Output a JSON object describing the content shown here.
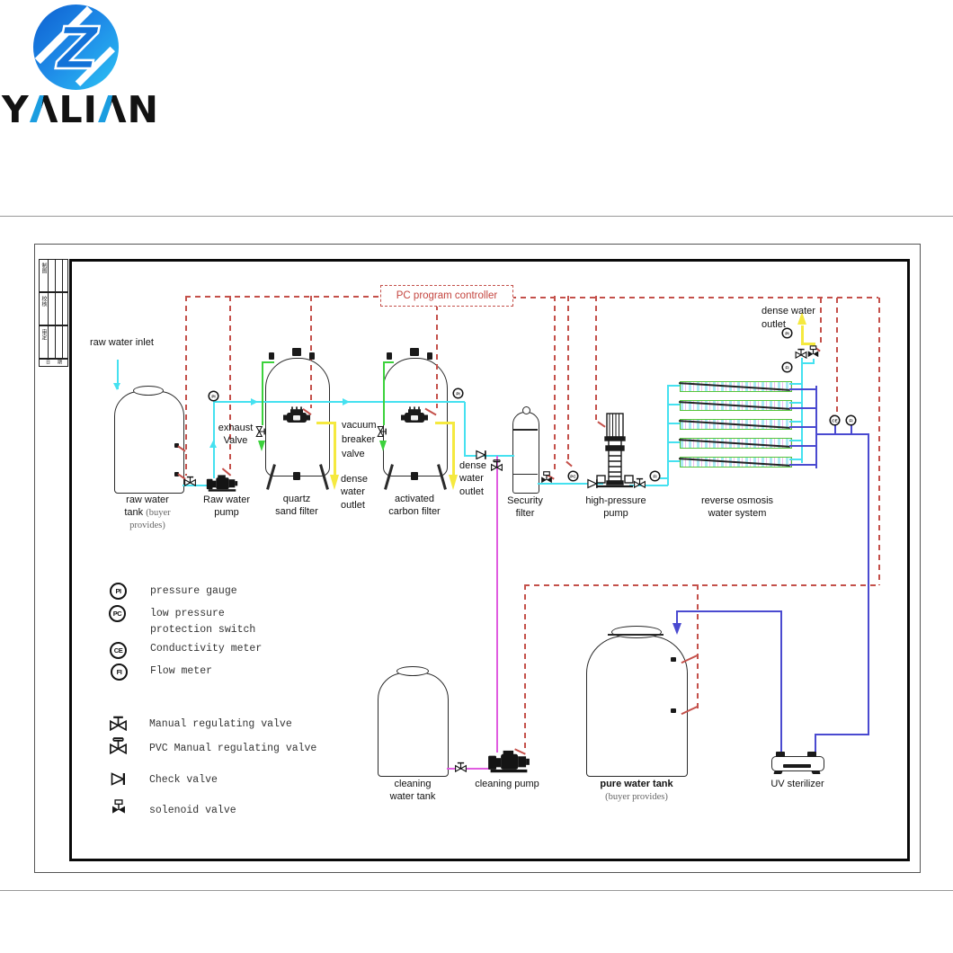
{
  "brand": {
    "name": "YALIAN"
  },
  "controller": {
    "label": "PC program controller"
  },
  "labels": {
    "raw_water_inlet": "raw water inlet",
    "exhaust_valve": {
      "l1": "exhaust",
      "l2": "Valve"
    },
    "vacuum_valve": {
      "l1": "vacuum",
      "l2": "breaker",
      "l3": "valve"
    },
    "dense1": {
      "l1": "dense",
      "l2": "water",
      "l3": "outlet"
    },
    "dense2": {
      "l1": "dense",
      "l2": "water",
      "l3": "outlet"
    },
    "dense_top": {
      "l1": "dense water",
      "l2": "outlet"
    }
  },
  "devices": {
    "raw_tank": {
      "l1": "raw water",
      "l2": "tank",
      "note1": "(buyer",
      "note2": "provides)"
    },
    "raw_pump": {
      "l1": "Raw water",
      "l2": "pump"
    },
    "sand_filter": {
      "l1": "quartz",
      "l2": "sand filter"
    },
    "carbon_filter": {
      "l1": "activated",
      "l2": "carbon filter"
    },
    "security_filter": {
      "l1": "Security",
      "l2": "filter"
    },
    "hp_pump": {
      "l1": "high-pressure",
      "l2": "pump"
    },
    "ro_system": {
      "l1": "reverse osmosis",
      "l2": "water system"
    },
    "cleaning_tank": {
      "l1": "cleaning",
      "l2": "water tank"
    },
    "cleaning_pump": {
      "label": "cleaning pump"
    },
    "pure_tank": {
      "label": "pure water tank",
      "note": "(buyer provides)"
    },
    "uv": {
      "label": "UV sterilizer"
    }
  },
  "legend": {
    "meters": [
      {
        "symbol": "PI",
        "line1": "pressure gauge"
      },
      {
        "symbol": "PC",
        "line1": "low pressure",
        "line2": "protection switch"
      },
      {
        "symbol": "CE",
        "line1": "Conductivity meter"
      },
      {
        "symbol": "FI",
        "line1": "Flow meter"
      }
    ],
    "valves": [
      {
        "glyph": "manual",
        "label": "Manual regulating valve"
      },
      {
        "glyph": "pvc",
        "label": "PVC Manual regulating valve"
      },
      {
        "glyph": "check",
        "label": "Check valve"
      },
      {
        "glyph": "solenoid",
        "label": "solenoid valve"
      }
    ]
  },
  "gauges": [
    {
      "symbol": "PI"
    },
    {
      "symbol": "PI"
    },
    {
      "symbol": "PC"
    },
    {
      "symbol": "FI"
    },
    {
      "symbol": "CE"
    },
    {
      "symbol": "FI"
    },
    {
      "symbol": "PI"
    },
    {
      "symbol": "FI"
    }
  ],
  "title_block": {
    "rows": [
      "制图",
      "校核",
      "审定"
    ],
    "footer1": "日",
    "footer2": "期"
  },
  "colors": {
    "cyan": "#45E1F0",
    "red": "#C4504A",
    "green": "#3CD23C",
    "yellow": "#F5E93F",
    "magenta": "#E05CE0",
    "navy": "#4A4AD0",
    "logo_blue": "#1b8fe0"
  }
}
